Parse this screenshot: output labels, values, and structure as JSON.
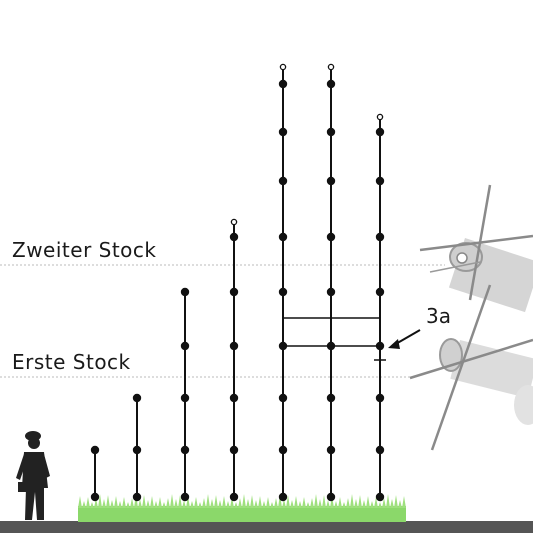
{
  "floors": {
    "second": "Zweiter Stock",
    "first": "Erste Stock"
  },
  "callout": "3a",
  "masts": [
    {
      "id": "mast-1",
      "nodes": 2,
      "top_ring": false
    },
    {
      "id": "mast-2",
      "nodes": 3,
      "top_ring": false
    },
    {
      "id": "mast-3",
      "nodes": 5,
      "top_ring": false
    },
    {
      "id": "mast-4",
      "nodes": 6,
      "top_ring": true
    },
    {
      "id": "mast-5",
      "nodes": 9,
      "top_ring": true
    },
    {
      "id": "mast-6",
      "nodes": 9,
      "top_ring": true
    },
    {
      "id": "mast-7",
      "nodes": 8,
      "top_ring": true
    }
  ],
  "colors": {
    "line": "#111111",
    "guide": "#bbbbbb",
    "grass": "#8bd86a",
    "ground": "#555555",
    "worker": "#222222",
    "hardware": "#c9c9c9"
  },
  "icons": [
    "worker-icon",
    "arrow-icon",
    "clamp-hardware-photo"
  ]
}
